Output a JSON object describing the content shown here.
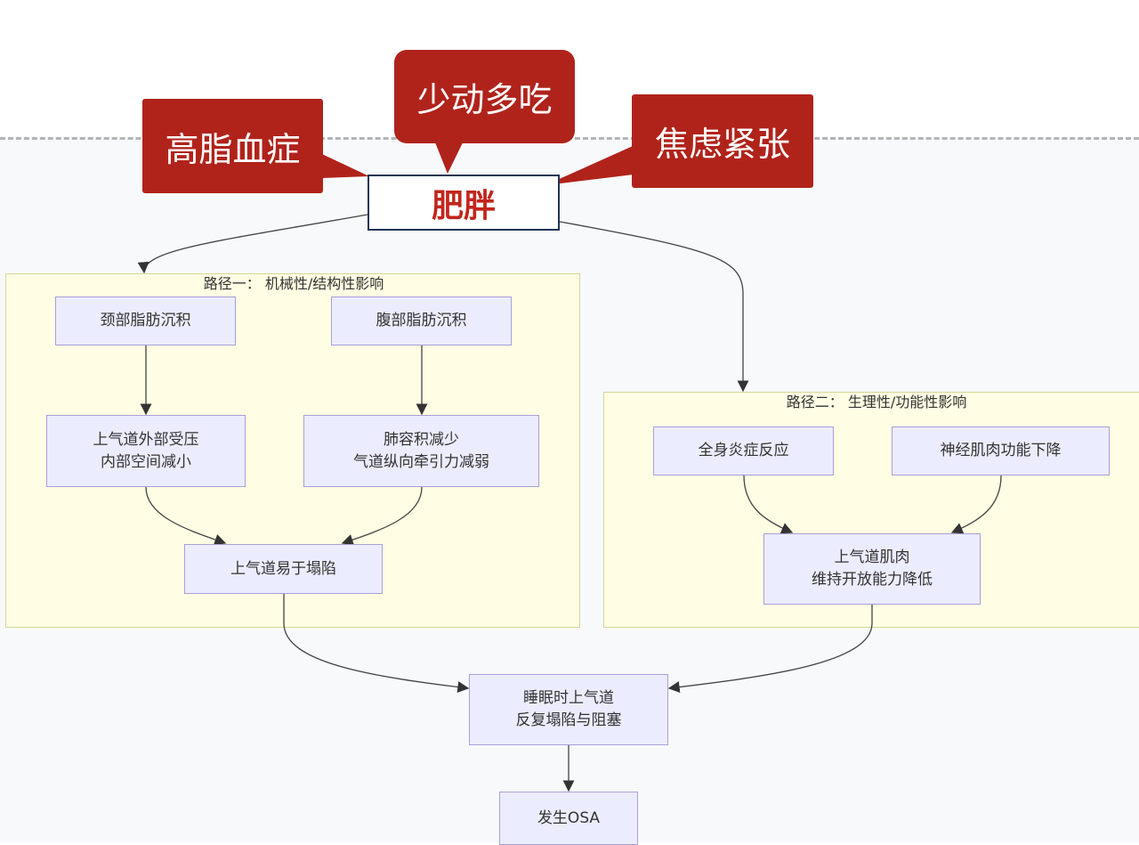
{
  "callouts": {
    "left": "高脂血症",
    "top": "少动多吃",
    "right": "焦虑紧张"
  },
  "main_node": "肥胖",
  "colors": {
    "callout": "#b0231b",
    "main_text": "#c1261c",
    "node_fill": "#ececff",
    "cluster_fill": "#fffde3"
  },
  "path1": {
    "title": "路径一： 机械性/结构性影响",
    "nodes": {
      "neck": "颈部脂肪沉积",
      "abdomen": "腹部脂肪沉积",
      "compress": "上气道外部受压\n内部空间减小",
      "lung": "肺容积减少\n气道纵向牵引力减弱",
      "collapse": "上气道易于塌陷"
    }
  },
  "path2": {
    "title": "路径二： 生理性/功能性影响",
    "nodes": {
      "inflammation": "全身炎症反应",
      "neuro": "神经肌肉功能下降",
      "muscle": "上气道肌肉\n维持开放能力降低"
    }
  },
  "sleep": "睡眠时上气道\n反复塌陷与阻塞",
  "osa": "发生OSA"
}
